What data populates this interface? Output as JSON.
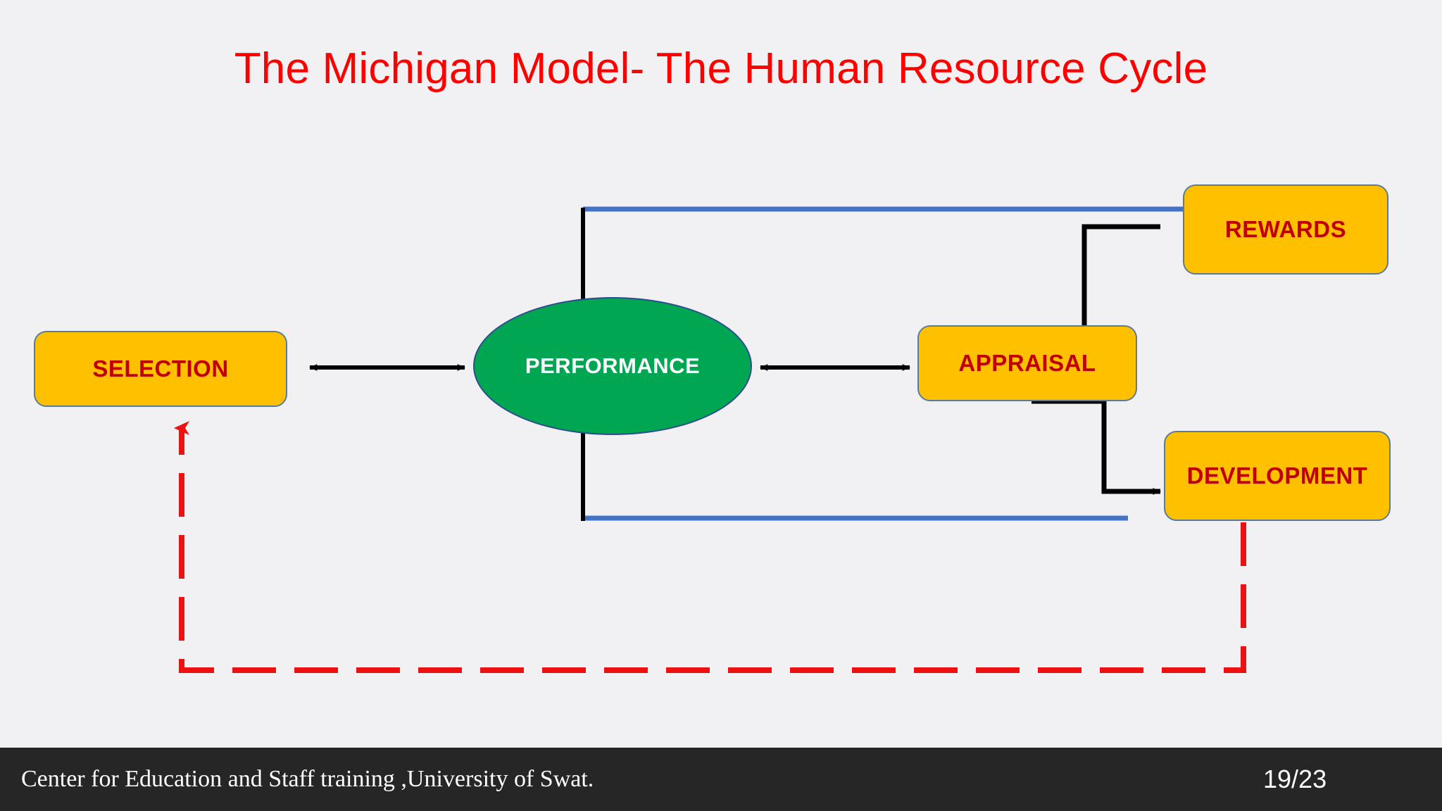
{
  "slide": {
    "title": "The Michigan Model- The Human Resource Cycle",
    "background_color": "#f1f1f3",
    "title_color": "#ff0000"
  },
  "nodes": {
    "selection": {
      "label": "SELECTION",
      "fill": "#ffc000",
      "text_color": "#c00000",
      "border_color": "#5b7c99"
    },
    "performance": {
      "label": "PERFORMANCE",
      "fill": "#00a651",
      "text_color": "#ffffff",
      "border_color": "#2e4b8f"
    },
    "appraisal": {
      "label": "APPRAISAL",
      "fill": "#ffc000",
      "text_color": "#c00000",
      "border_color": "#5b7c99"
    },
    "rewards": {
      "label": "REWARDS",
      "fill": "#ffc000",
      "text_color": "#c00000",
      "border_color": "#5b7c99"
    },
    "development": {
      "label": "DEVELOPMENT",
      "fill": "#ffc000",
      "text_color": "#c00000",
      "border_color": "#5b7c99"
    }
  },
  "connectors": {
    "selection_performance": {
      "style": "double-arrow",
      "color": "#000000"
    },
    "performance_appraisal": {
      "style": "double-arrow",
      "color": "#000000"
    },
    "performance_top_loop": {
      "style": "elbow",
      "color": "#4472c4"
    },
    "performance_bottom_loop": {
      "style": "elbow",
      "color": "#4472c4"
    },
    "rewards_appraisal": {
      "style": "elbow",
      "color": "#000000"
    },
    "appraisal_development": {
      "style": "elbow-arrow",
      "color": "#000000"
    },
    "development_selection_feedback": {
      "style": "dashed-elbow-arrow",
      "color": "#ee1111"
    }
  },
  "footer": {
    "text": "Center for Education and Staff training ,University of Swat.",
    "page": "19/23",
    "background_color": "#262626",
    "text_color": "#ffffff"
  }
}
